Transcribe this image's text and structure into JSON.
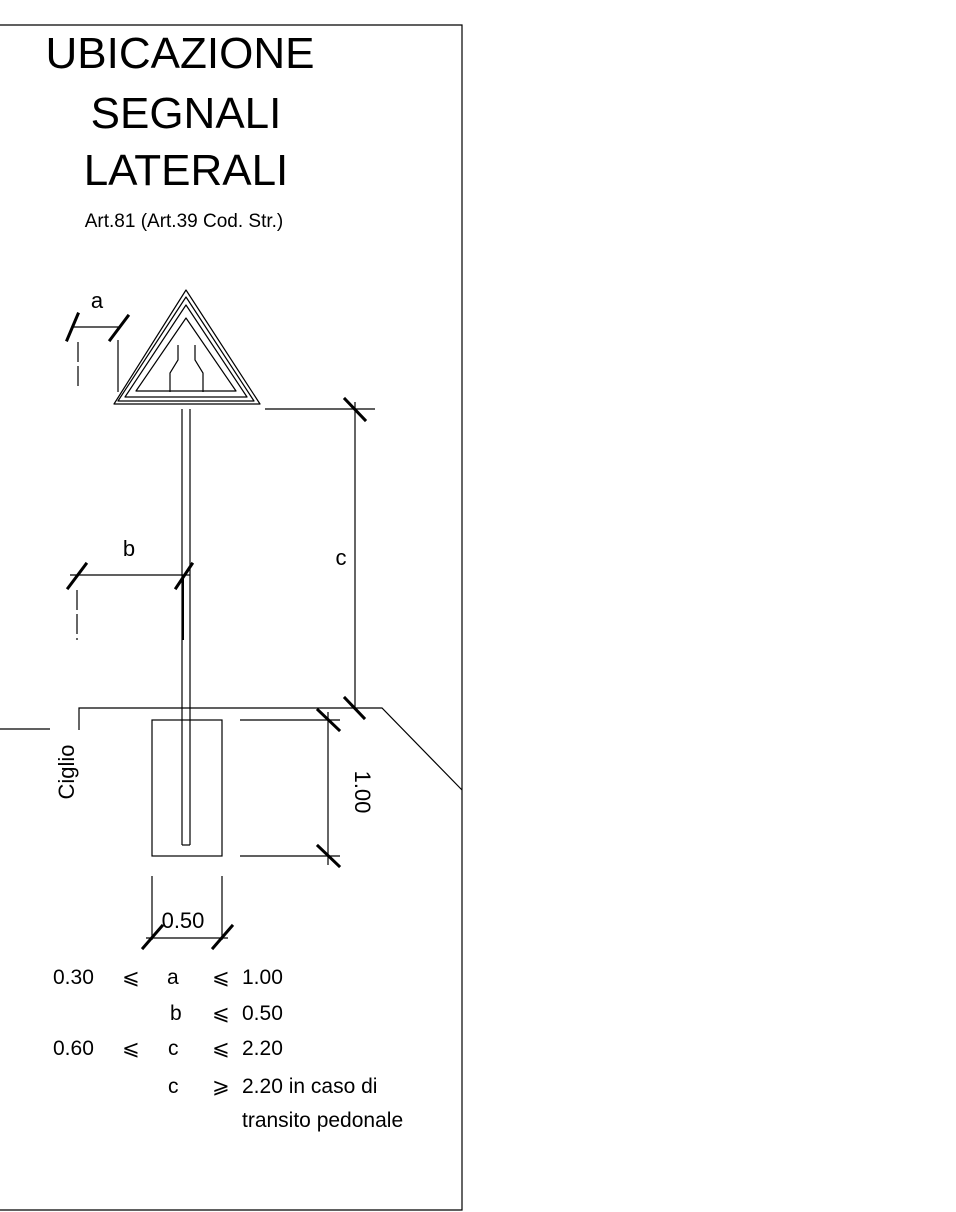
{
  "title": {
    "line1": "UBICAZIONE",
    "line2": "SEGNALI",
    "line3": "LATERALI",
    "subtitle": "Art.81 (Art.39 Cod. Str.)"
  },
  "labels": {
    "a": "a",
    "b": "b",
    "c": "c",
    "depth": "1.00",
    "width": "0.50",
    "edge": "Ciglio"
  },
  "conditions": [
    {
      "min": "0.30",
      "op1": "⩽",
      "var": "a",
      "op2": "⩽",
      "max": "1.00"
    },
    {
      "min": "",
      "op1": "",
      "var": "b",
      "op2": "⩽",
      "max": "0.50"
    },
    {
      "min": "0.60",
      "op1": "⩽",
      "var": "c",
      "op2": "⩽",
      "max": "2.20"
    },
    {
      "min": "",
      "op1": "",
      "var": "c",
      "op2": "⩾",
      "max": "2.20 in caso di",
      "note": "transito pedonale"
    }
  ],
  "colors": {
    "stroke": "#000000",
    "background": "#ffffff"
  }
}
